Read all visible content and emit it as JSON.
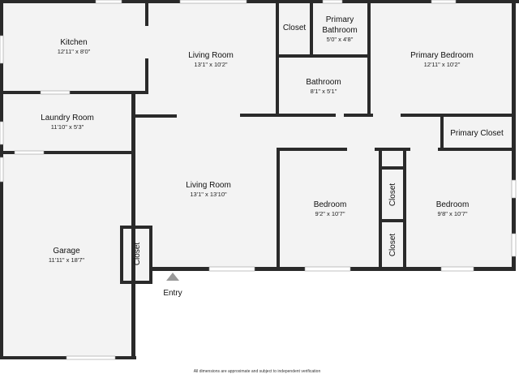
{
  "rooms": {
    "kitchen": {
      "name": "Kitchen",
      "dim": "12'11\" x 8'0\""
    },
    "living_upper": {
      "name": "Living Room",
      "dim": "13'1\" x 10'2\""
    },
    "closet_top": {
      "name": "Closet"
    },
    "primary_bath": {
      "name": "Primary",
      "name2": "Bathroom",
      "dim": "5'0\" x 4'8\""
    },
    "primary_bed": {
      "name": "Primary Bedroom",
      "dim": "12'11\" x 10'2\""
    },
    "bathroom": {
      "name": "Bathroom",
      "dim": "8'1\" x 5'1\""
    },
    "laundry": {
      "name": "Laundry Room",
      "dim": "11'10\" x 5'3\""
    },
    "primary_closet": {
      "name": "Primary Closet"
    },
    "living_lower": {
      "name": "Living Room",
      "dim": "13'1\" x 13'10\""
    },
    "bedroom1": {
      "name": "Bedroom",
      "dim": "9'2\" x 10'7\""
    },
    "bedroom2": {
      "name": "Bedroom",
      "dim": "9'8\" x 10'7\""
    },
    "closet_mid1": {
      "name": "Closet"
    },
    "closet_mid2": {
      "name": "Closet"
    },
    "garage": {
      "name": "Garage",
      "dim": "11'11\" x 18'7\""
    },
    "closet_garage": {
      "name": "Closet"
    }
  },
  "entry_label": "Entry",
  "disclaimer": "All dimensions are approximate and subject to independent verification"
}
